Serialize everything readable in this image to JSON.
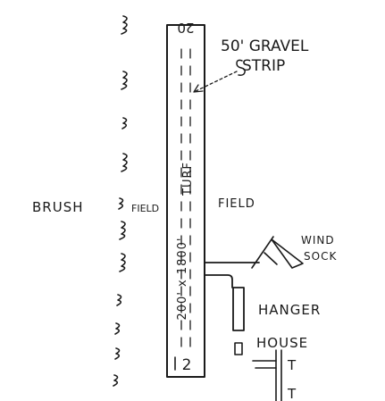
{
  "diagram": {
    "runway": {
      "north_number": "20",
      "south_number": "2",
      "surface": "TURF",
      "dimensions": "200' x 1800'"
    },
    "labels": {
      "gravel_line1": "50' GRAVEL",
      "gravel_line2": "STRIP",
      "brush": "BRUSH",
      "field_left": "FIELD",
      "field_right": "FIELD",
      "windsock_line1": "WIND",
      "windsock_line2": "SOCK",
      "hanger": "HANGER",
      "house": "HOUSE",
      "t_upper": "T",
      "t_lower": "T"
    },
    "colors": {
      "ink": "#1a1a1a",
      "paper": "#ffffff"
    }
  }
}
